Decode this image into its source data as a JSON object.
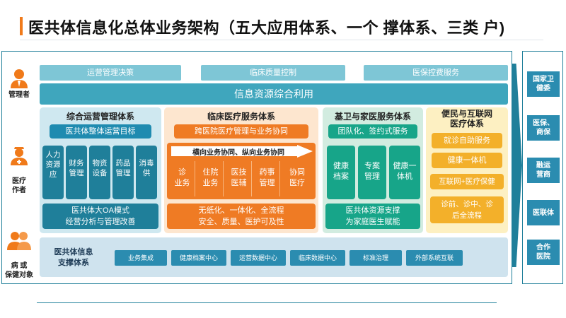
{
  "title": "医共体信息化总体业务架构（五大应用体系、一个  撑体系、三类  户)",
  "roles": [
    {
      "label": "管理者",
      "color": "#f07a1a"
    },
    {
      "label": "医疗\n 作者",
      "color": "#f07a1a"
    },
    {
      "label": "病  或\n保健对象",
      "color": "#f07a1a"
    }
  ],
  "top_boxes": [
    "运营管理决策",
    "临床质量控制",
    "医保控费服务"
  ],
  "banner": "信息资源综合利用",
  "panels": {
    "ops": {
      "title": "综合运营管理体系",
      "goal": "医共体整体运营目标",
      "items": [
        "人力\n资源\n应",
        "财务\n管理",
        "物资\n设备",
        "药品\n管理",
        "消毒\n供"
      ],
      "footer": "医共体大OA模式\n经营分析与管理改善"
    },
    "clinical": {
      "title": "临床医疗服务体系",
      "top": "跨医院医疗管理与业务协同",
      "arrow": "横向业务协同、纵向业务协同",
      "items": [
        " 诊\n业务",
        "住院\n业务",
        "医技\n医辅",
        "药事\n管理",
        "协同\n医疗"
      ],
      "footer": "无纸化、一体化、全流程\n安全、质量、医护可及性"
    },
    "public": {
      "title": "基卫与家医服务体系",
      "top": "团队化、签约式服务",
      "items": [
        "健康\n档案",
        "专案\n管理",
        "健康一\n体机"
      ],
      "footer": "医共体资源支撑\n为家庭医生赋能"
    },
    "internet": {
      "title": "便民与互联网\n医疗体系",
      "items": [
        "就诊自助服务",
        "健康一体机",
        "互联网+医疗保健",
        "诊前、诊中、诊\n后全流程"
      ]
    }
  },
  "support": {
    "label": "医共体信息\n支撑体系",
    "items": [
      "业务集成",
      "健康档案中心",
      "运营数据中心",
      "临床数据中心",
      "标准治理",
      "外部系统互联"
    ]
  },
  "right_boxes": [
    "国家卫\n健委",
    "医保、\n商保",
    " 融运\n营商",
    "医联体",
    "合作\n医院"
  ],
  "colors": {
    "accent": "#f07a1a",
    "teal": "#1f7f9a",
    "ops_panel": "#cfe8f0",
    "clinical_panel": "#fde6cf",
    "public_panel": "#d2ece0",
    "internet_panel": "#fdf0c2"
  }
}
